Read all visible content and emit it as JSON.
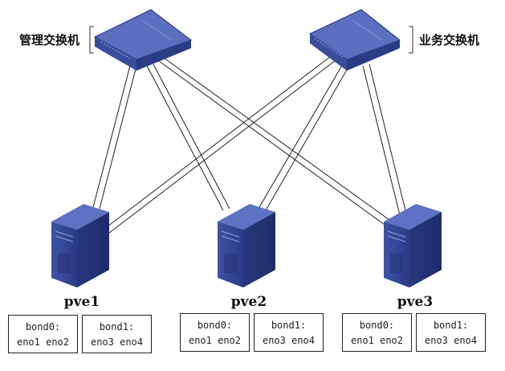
{
  "switches": [
    {
      "label": "管理交换机",
      "icon": "network-switch-icon"
    },
    {
      "label": "业务交换机",
      "icon": "network-switch-icon"
    }
  ],
  "servers": [
    {
      "name": "pve1",
      "icon": "server-tower-icon",
      "bonds": [
        {
          "name": "bond0:",
          "ifaces": "eno1 eno2"
        },
        {
          "name": "bond1:",
          "ifaces": "eno3 eno4"
        }
      ]
    },
    {
      "name": "pve2",
      "icon": "server-tower-icon",
      "bonds": [
        {
          "name": "bond0:",
          "ifaces": "eno1 eno2"
        },
        {
          "name": "bond1:",
          "ifaces": "eno3 eno4"
        }
      ]
    },
    {
      "name": "pve3",
      "icon": "server-tower-icon",
      "bonds": [
        {
          "name": "bond0:",
          "ifaces": "eno1 eno2"
        },
        {
          "name": "bond1:",
          "ifaces": "eno3 eno4"
        }
      ]
    }
  ],
  "colors": {
    "device_dark": "#2b3c86",
    "device_mid": "#4256a8",
    "device_light": "#6d80c8",
    "link": "#222222"
  }
}
